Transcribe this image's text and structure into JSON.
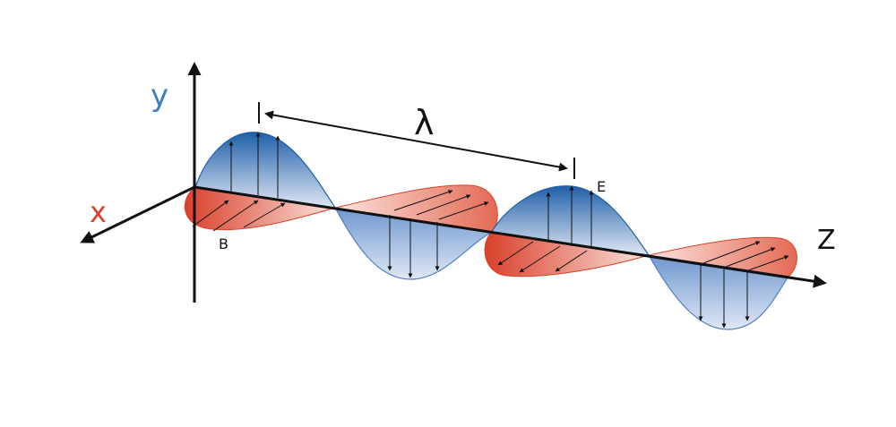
{
  "labels": {
    "y_axis": "y",
    "x_axis": "x",
    "z_axis": "Z",
    "wavelength": "λ",
    "electric_field": "E",
    "magnetic_field": "B"
  },
  "colors": {
    "electric_field": "#1f5fa8",
    "magnetic_field": "#d9402b",
    "y_axis_label": "#3a7fc1",
    "x_axis_label": "#d9402b",
    "axis": "#111111"
  }
}
